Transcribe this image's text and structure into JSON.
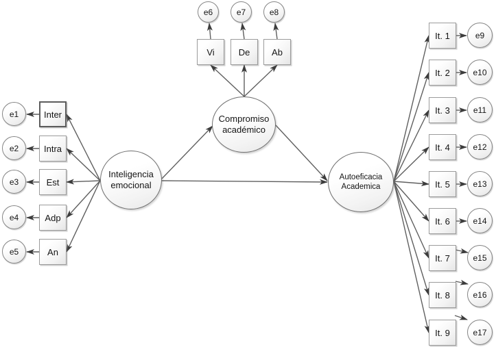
{
  "diagram": {
    "type": "sem-path-diagram",
    "background": "#ffffff",
    "line_color": "#5f5f5f",
    "arrowhead_color": "#3c3c3c",
    "node_border_color": "#9b9b9b",
    "latents": {
      "ie": {
        "line1": "Inteligencia",
        "line2": "emocional"
      },
      "ca": {
        "line1": "Compromiso",
        "line2": "académico"
      },
      "aa": {
        "line1": "Autoeficacia",
        "line2": "Academica"
      }
    },
    "left": {
      "indicators": [
        "Inter",
        "Intra",
        "Est",
        "Adp",
        "An"
      ],
      "errors": [
        "e1",
        "e2",
        "e3",
        "e4",
        "e5"
      ]
    },
    "top": {
      "indicators": [
        "Vi",
        "De",
        "Ab"
      ],
      "errors": [
        "e6",
        "e7",
        "e8"
      ]
    },
    "right": {
      "indicators": [
        "It. 1",
        "It. 2",
        "It. 3",
        "It. 4",
        "It. 5",
        "It. 6",
        "It. 7",
        "It. 8",
        "It. 9"
      ],
      "errors": [
        "e9",
        "e10",
        "e11",
        "e12",
        "e13",
        "e14",
        "e15",
        "e16",
        "e17"
      ]
    },
    "edges": [
      {
        "from": "Inteligencia emocional",
        "to": "Inter"
      },
      {
        "from": "Inteligencia emocional",
        "to": "Intra"
      },
      {
        "from": "Inteligencia emocional",
        "to": "Est"
      },
      {
        "from": "Inteligencia emocional",
        "to": "Adp"
      },
      {
        "from": "Inteligencia emocional",
        "to": "An"
      },
      {
        "from": "Inter",
        "to": "e1"
      },
      {
        "from": "Intra",
        "to": "e2"
      },
      {
        "from": "Est",
        "to": "e3"
      },
      {
        "from": "Adp",
        "to": "e4"
      },
      {
        "from": "An",
        "to": "e5"
      },
      {
        "from": "Compromiso académico",
        "to": "Vi"
      },
      {
        "from": "Compromiso académico",
        "to": "De"
      },
      {
        "from": "Compromiso académico",
        "to": "Ab"
      },
      {
        "from": "Vi",
        "to": "e6"
      },
      {
        "from": "De",
        "to": "e7"
      },
      {
        "from": "Ab",
        "to": "e8"
      },
      {
        "from": "Autoeficacia Academica",
        "to": "It. 1"
      },
      {
        "from": "Autoeficacia Academica",
        "to": "It. 2"
      },
      {
        "from": "Autoeficacia Academica",
        "to": "It. 3"
      },
      {
        "from": "Autoeficacia Academica",
        "to": "It. 4"
      },
      {
        "from": "Autoeficacia Academica",
        "to": "It. 5"
      },
      {
        "from": "Autoeficacia Academica",
        "to": "It. 6"
      },
      {
        "from": "Autoeficacia Academica",
        "to": "It. 7"
      },
      {
        "from": "Autoeficacia Academica",
        "to": "It. 8"
      },
      {
        "from": "Autoeficacia Academica",
        "to": "It. 9"
      },
      {
        "from": "It. 1",
        "to": "e9"
      },
      {
        "from": "It. 2",
        "to": "e10"
      },
      {
        "from": "It. 3",
        "to": "e11"
      },
      {
        "from": "It. 4",
        "to": "e12"
      },
      {
        "from": "It. 5",
        "to": "e13"
      },
      {
        "from": "It. 6",
        "to": "e14"
      },
      {
        "from": "It. 7",
        "to": "e15"
      },
      {
        "from": "It. 8",
        "to": "e16"
      },
      {
        "from": "It. 9",
        "to": "e17"
      },
      {
        "from": "Inteligencia emocional",
        "to": "Compromiso académico"
      },
      {
        "from": "Compromiso académico",
        "to": "Autoeficacia Academica"
      },
      {
        "from": "Inteligencia emocional",
        "to": "Autoeficacia Academica"
      }
    ]
  }
}
